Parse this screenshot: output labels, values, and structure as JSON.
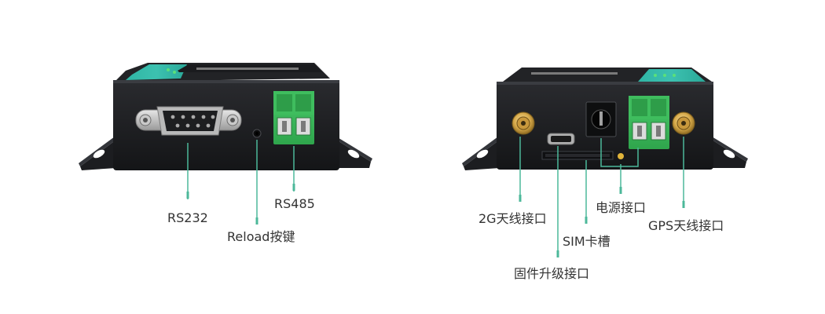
{
  "colors": {
    "callout": "#4cb89a",
    "device_body": "#1e1f22",
    "top_label": "#2fb5a4",
    "terminal_green": "#3cbf5a",
    "text": "#333333"
  },
  "left_device": {
    "labels": {
      "rs232": "RS232",
      "reload": "Reload按键",
      "rs485": "RS485"
    }
  },
  "right_device": {
    "labels": {
      "antenna_2g": "2G天线接口",
      "firmware": "固件升级接口",
      "sim": "SIM卡槽",
      "power": "电源接口",
      "gps": "GPS天线接口"
    }
  }
}
